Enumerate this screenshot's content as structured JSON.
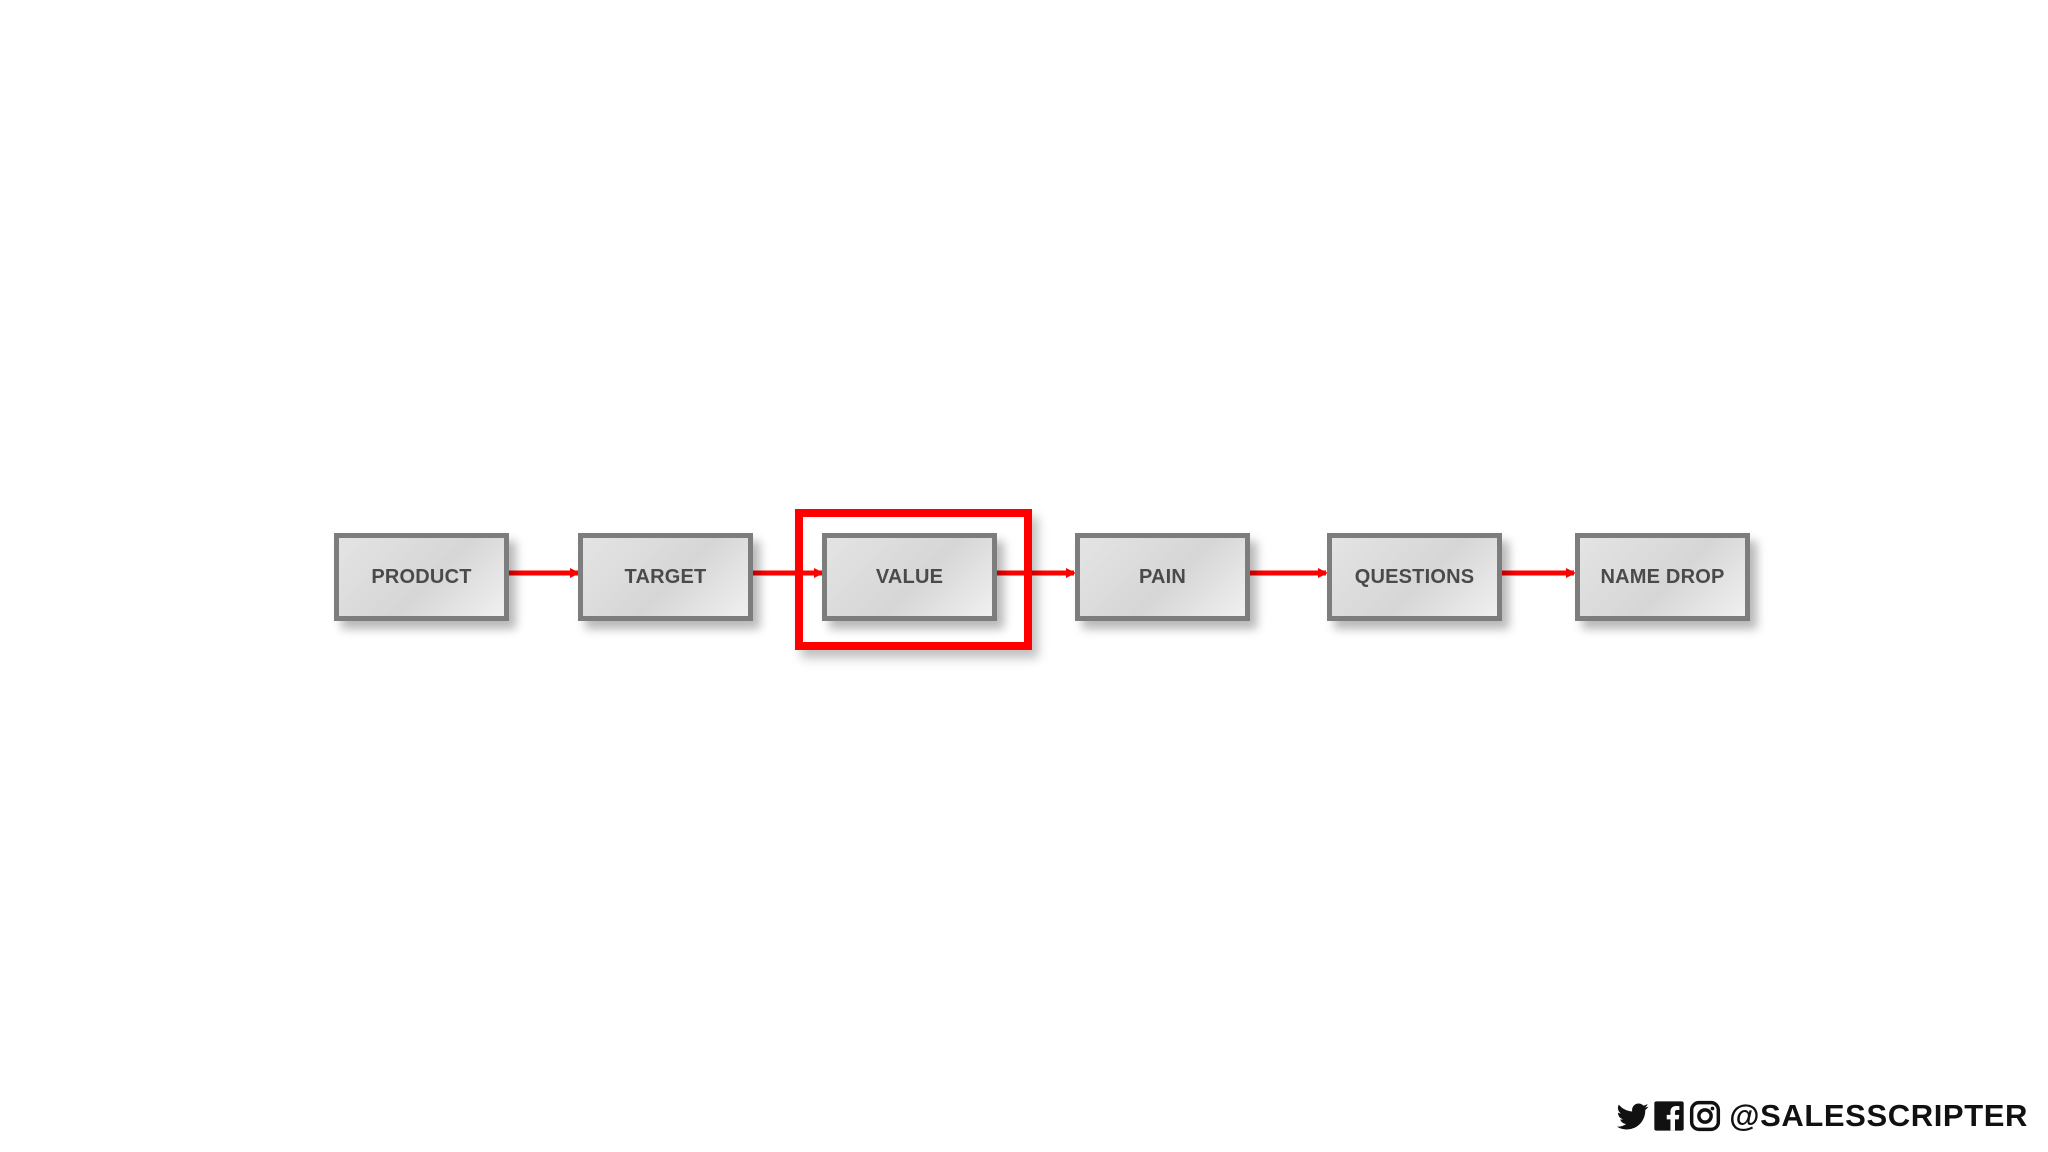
{
  "diagram": {
    "steps": [
      {
        "label": "PRODUCT"
      },
      {
        "label": "TARGET"
      },
      {
        "label": "VALUE"
      },
      {
        "label": "PAIN"
      },
      {
        "label": "QUESTIONS"
      },
      {
        "label": "NAME DROP"
      }
    ],
    "highlighted_step": "VALUE",
    "colors": {
      "arrow": "#ff0000",
      "highlight": "#ff0000",
      "box_border": "#7d7d7d",
      "box_text": "#4a4a4a"
    }
  },
  "footer": {
    "icons": [
      "twitter-icon",
      "facebook-icon",
      "instagram-icon"
    ],
    "handle": "@SALESSCRIPTER"
  }
}
